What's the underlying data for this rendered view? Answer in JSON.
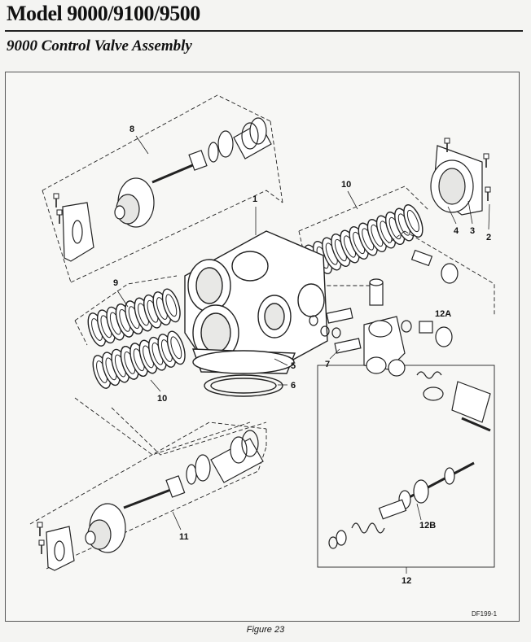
{
  "header": {
    "title": "Model 9000/9100/9500",
    "subtitle": "9000 Control Valve Assembly"
  },
  "diagram": {
    "callouts": {
      "c1": "1",
      "c2": "2",
      "c3": "3",
      "c4": "4",
      "c5": "5",
      "c6": "6",
      "c7": "7",
      "c8": "8",
      "c9": "9",
      "c10a": "10",
      "c10b": "10",
      "c11": "11",
      "c12": "12",
      "c12a": "12A",
      "c12b": "12B"
    },
    "drawing_code": "DF199-1"
  },
  "caption": "Figure 23"
}
